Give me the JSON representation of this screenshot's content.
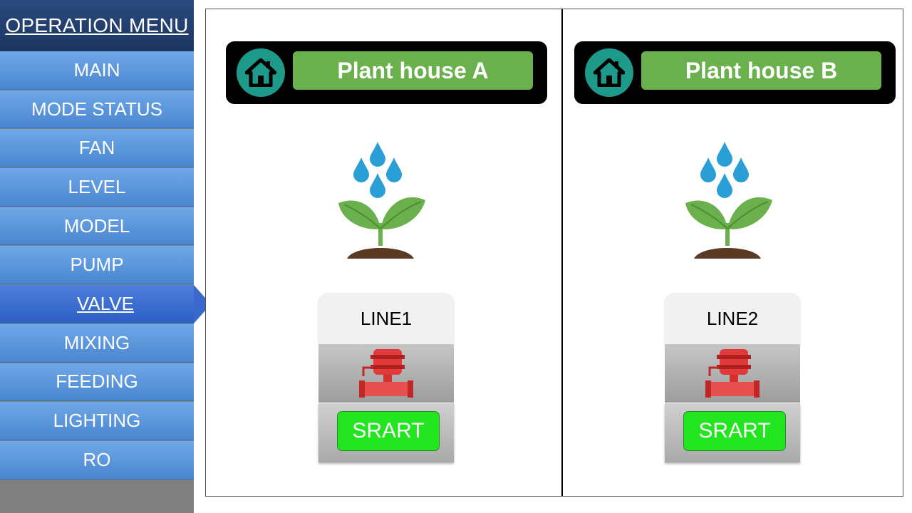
{
  "sidebar": {
    "header": "OPERATION MENU",
    "items": [
      {
        "label": "MAIN"
      },
      {
        "label": "MODE STATUS"
      },
      {
        "label": "FAN"
      },
      {
        "label": "LEVEL"
      },
      {
        "label": "MODEL"
      },
      {
        "label": "PUMP"
      },
      {
        "label": "VALVE",
        "active": true
      },
      {
        "label": "MIXING"
      },
      {
        "label": "FEEDING"
      },
      {
        "label": "LIGHTING"
      },
      {
        "label": "RO"
      }
    ]
  },
  "panels": [
    {
      "title": "Plant house A",
      "line": {
        "label": "LINE1",
        "button": "SRART"
      }
    },
    {
      "title": "Plant house B",
      "line": {
        "label": "LINE2",
        "button": "SRART"
      }
    }
  ],
  "icons": {
    "home": "home-icon",
    "plant": "plant-water-icon",
    "valve": "valve-icon"
  },
  "colors": {
    "menu_blue": "#5b97dc",
    "menu_active": "#3a68cc",
    "header_navy": "#1f3a68",
    "title_green": "#6ab04c",
    "start_green": "#22e41f",
    "home_teal": "#1d9a8a"
  }
}
